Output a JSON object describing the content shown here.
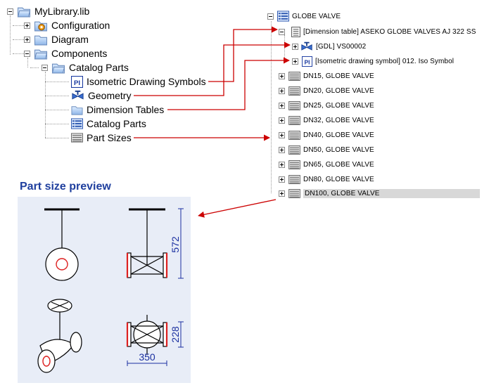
{
  "left_tree": {
    "root": "MyLibrary.lib",
    "configuration": "Configuration",
    "diagram": "Diagram",
    "components": "Components",
    "catalog_parts_folder": "Catalog Parts",
    "iso_symbols": "Isometric Drawing Symbols",
    "geometry": "Geometry",
    "dimension_tables": "Dimension Tables",
    "catalog_parts": "Catalog Parts",
    "part_sizes": "Part Sizes"
  },
  "right_tree": {
    "root": "GLOBE VALVE",
    "dimension_table": "[Dimension table] ASEKO GLOBE VALVES AJ 322 SS",
    "gdl": "[GDL] VS00002",
    "iso_symbol": "[Isometric drawing symbol] 012. Iso Symbol",
    "sizes": [
      "DN15, GLOBE VALVE",
      "DN20, GLOBE VALVE",
      "DN25, GLOBE VALVE",
      "DN32, GLOBE VALVE",
      "DN40, GLOBE VALVE",
      "DN50, GLOBE VALVE",
      "DN65, GLOBE VALVE",
      "DN80, GLOBE VALVE",
      "DN100, GLOBE VALVE"
    ]
  },
  "preview": {
    "title": "Part size preview",
    "dim_height": "572",
    "dim_small": "228",
    "dim_width": "350"
  },
  "colors": {
    "arrow": "#cc0000",
    "dimension": "#1a2fa0",
    "title": "#1f3f9e",
    "preview_bg": "#e8edf7"
  }
}
